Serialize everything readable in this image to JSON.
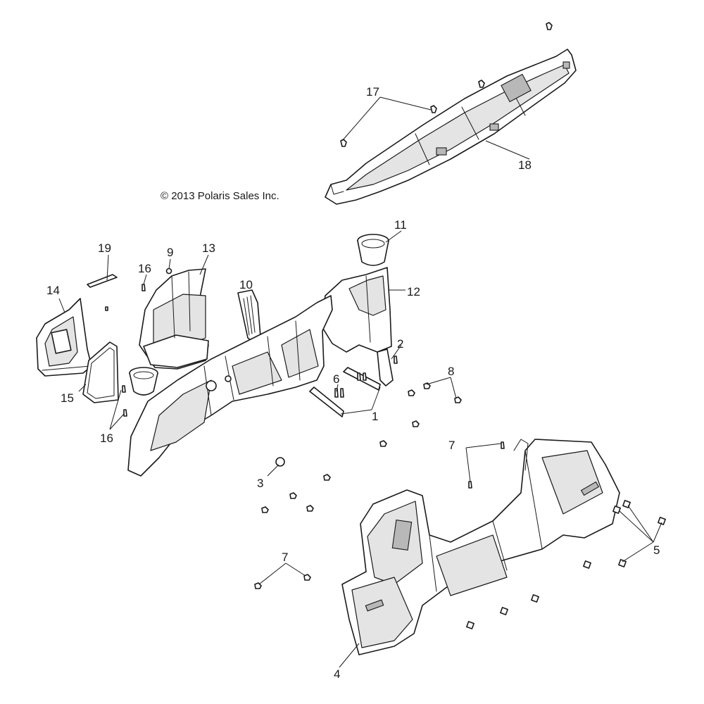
{
  "copyright": "© 2013 Polaris Sales Inc.",
  "callouts": {
    "c1": "1",
    "c2": "2",
    "c3": "3",
    "c4": "4",
    "c5": "5",
    "c6": "6",
    "c7a": "7",
    "c7b": "7",
    "c8": "8",
    "c9": "9",
    "c10": "10",
    "c11": "11",
    "c12": "12",
    "c13": "13",
    "c14": "14",
    "c15": "15",
    "c16a": "16",
    "c16b": "16",
    "c17": "17",
    "c18": "18",
    "c19": "19"
  }
}
